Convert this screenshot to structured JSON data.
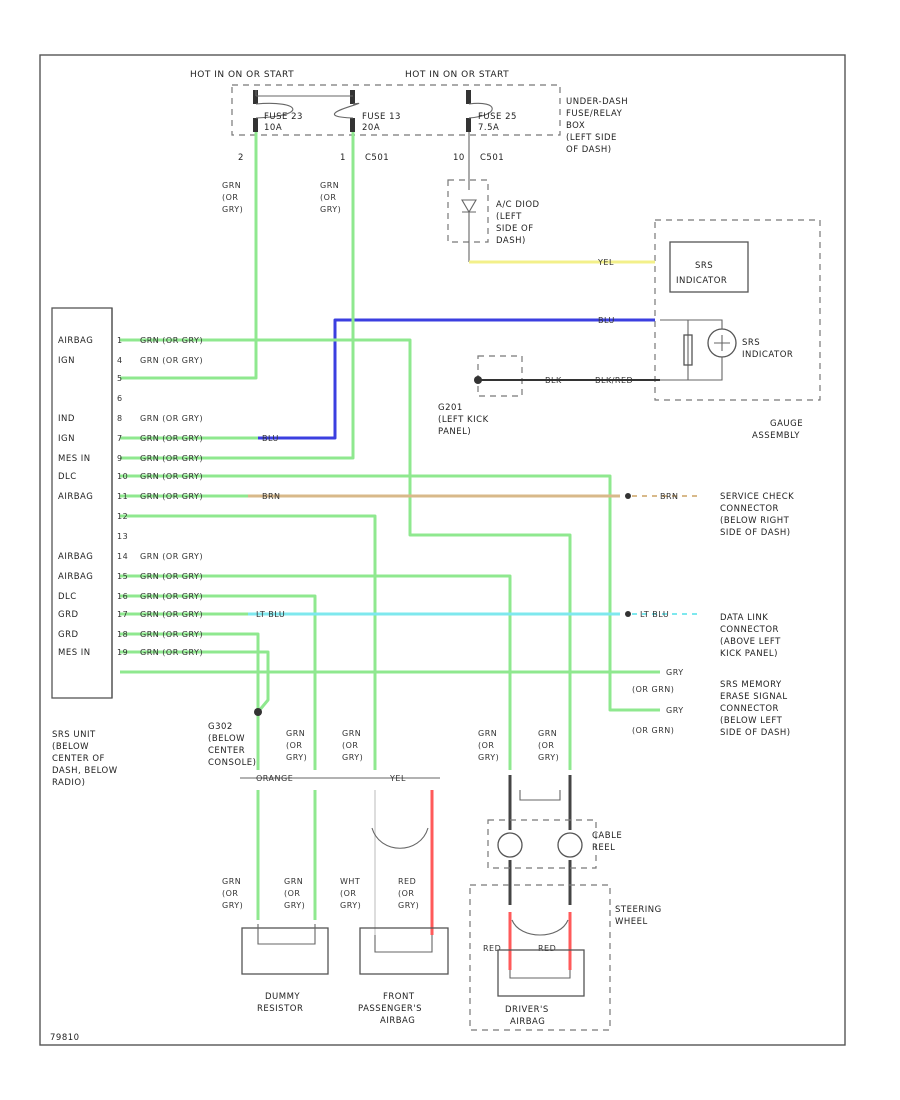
{
  "colors": {
    "green": "#8fe88f",
    "yellow": "#f3f08a",
    "blue": "#3b3fe0",
    "tan": "#d8b98a",
    "cyan": "#7ee8ee",
    "red": "#ff5a5a",
    "black": "#333333"
  },
  "top": {
    "hot_left": "HOT IN ON OR START",
    "hot_right": "HOT IN ON OR START",
    "fuse23": [
      "FUSE 23",
      "10A"
    ],
    "fuse13": [
      "FUSE 13",
      "20A"
    ],
    "fuse25": [
      "FUSE 25",
      "7.5A"
    ],
    "fusebox": [
      "UNDER-DASH",
      "FUSE/RELAY",
      "BOX",
      "(LEFT SIDE",
      "OF DASH)"
    ],
    "pin2": "2",
    "pin1": "1",
    "c501": "C501",
    "pin10": "10",
    "c501b": "C501",
    "wire_grn_or_gry": [
      "GRN",
      "(OR",
      "GRY)"
    ],
    "ac_diode": [
      "A/C DIOD",
      "(LEFT",
      "SIDE OF",
      "DASH)"
    ],
    "yel": "YEL"
  },
  "gauge": {
    "srs_indicator_box": [
      "SRS",
      "INDICATOR"
    ],
    "srs_indicator": [
      "SRS",
      "INDICATOR"
    ],
    "gauge_assembly": [
      "GAUGE",
      "ASSEMBLY"
    ],
    "blu_wire": "BLU",
    "blk": "BLK",
    "blk_red": "BLK/RED",
    "g201": [
      "G201",
      "(LEFT KICK",
      "PANEL)"
    ]
  },
  "srs_unit": {
    "pins_left": [
      "AIRBAG",
      "IGN",
      "",
      "",
      "IND",
      "IGN",
      "MES IN",
      "DLC",
      "AIRBAG",
      "",
      "",
      "AIRBAG",
      "AIRBAG",
      "DLC",
      "GRD",
      "GRD",
      "MES IN"
    ],
    "pin_nums": [
      "1",
      "4",
      "5",
      "6",
      "8",
      "7",
      "9",
      "10",
      "11",
      "12",
      "13",
      "14",
      "15",
      "16",
      "17",
      "18",
      "19"
    ],
    "wire_labels": [
      "GRN (OR GRY)",
      "GRN (OR GRY)",
      "",
      "",
      "GRN (OR GRY)",
      "GRN (OR GRY)",
      "GRN (OR GRY)",
      "GRN (OR GRY)",
      "GRN (OR GRY)",
      "",
      "",
      "GRN (OR GRY)",
      "GRN (OR GRY)",
      "GRN (OR GRY)",
      "GRN (OR GRY)",
      "GRN (OR GRY)",
      "GRN (OR GRY)"
    ],
    "label": [
      "SRS UNIT",
      "(BELOW",
      "CENTER OF",
      "DASH, BELOW",
      "RADIO)"
    ],
    "blu": "BLU",
    "brn": "BRN",
    "ltblu": "LT BLU"
  },
  "right": {
    "service_check": [
      "SERVICE CHECK",
      "CONNECTOR",
      "(BELOW RIGHT",
      "SIDE OF DASH)"
    ],
    "brn": "BRN",
    "data_link": [
      "DATA LINK",
      "CONNECTOR",
      "(ABOVE LEFT",
      "KICK PANEL)"
    ],
    "ltblu": "LT BLU",
    "srs_memory": [
      "SRS MEMORY",
      "ERASE SIGNAL",
      "CONNECTOR",
      "(BELOW LEFT",
      "SIDE OF DASH)"
    ],
    "gry": "GRY",
    "or_grn": "(OR GRN)",
    "or_grn2": "(OR GRN)"
  },
  "bottom": {
    "g302": [
      "G302",
      "(BELOW",
      "CENTER",
      "CONSOLE)"
    ],
    "wire_grn": [
      "GRN",
      "(OR",
      "GRY)"
    ],
    "wht_grn": [
      "WHT",
      "(OR",
      "GRY)"
    ],
    "red_grn": [
      "RED",
      "(OR",
      "GRY)"
    ],
    "orange": "ORANGE",
    "yel": "YEL",
    "dummy": [
      "DUMMY",
      "RESISTOR"
    ],
    "front_airbag": [
      "FRONT",
      "PASSENGER'S",
      "AIRBAG"
    ],
    "cable_reel": [
      "CABLE",
      "REEL"
    ],
    "steering": [
      "STEERING",
      "WHEEL"
    ],
    "driver_airbag": [
      "DRIVER'S",
      "AIRBAG"
    ],
    "red": "RED",
    "fig": "79810"
  }
}
